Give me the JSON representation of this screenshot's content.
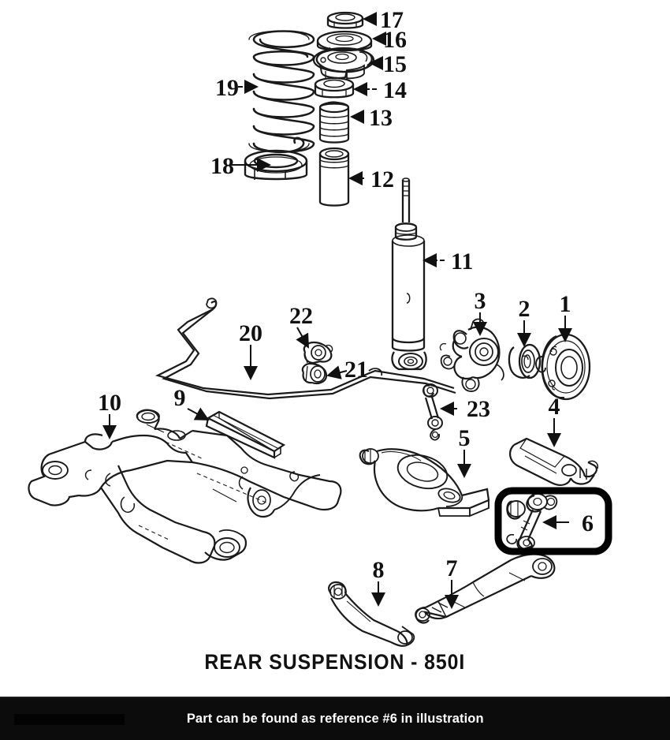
{
  "diagram": {
    "title": "REAR SUSPENSION - 850I",
    "type": "exploded-parts-illustration",
    "highlight": {
      "reference": "6",
      "shape": "rounded-rectangle",
      "color": "#000000"
    },
    "callouts": [
      {
        "id": "1",
        "label": "1",
        "part": "wheel-hub"
      },
      {
        "id": "2",
        "label": "2",
        "part": "wheel-bearing"
      },
      {
        "id": "3",
        "label": "3",
        "part": "steering-knuckle"
      },
      {
        "id": "4",
        "label": "4",
        "part": "trailing-arm"
      },
      {
        "id": "5",
        "label": "5",
        "part": "lower-control-arm"
      },
      {
        "id": "6",
        "label": "6",
        "part": "stabilizer-link"
      },
      {
        "id": "7",
        "label": "7",
        "part": "upper-control-arm"
      },
      {
        "id": "8",
        "label": "8",
        "part": "toe-link-arm"
      },
      {
        "id": "9",
        "label": "9",
        "part": "subframe-brace"
      },
      {
        "id": "10",
        "label": "10",
        "part": "rear-subframe-crossmember"
      },
      {
        "id": "11",
        "label": "11",
        "part": "shock-absorber"
      },
      {
        "id": "12",
        "label": "12",
        "part": "dust-boot"
      },
      {
        "id": "13",
        "label": "13",
        "part": "bump-stop"
      },
      {
        "id": "14",
        "label": "14",
        "part": "spring-seat-pad"
      },
      {
        "id": "15",
        "label": "15",
        "part": "upper-strut-mount"
      },
      {
        "id": "16",
        "label": "16",
        "part": "mount-washer-plate"
      },
      {
        "id": "17",
        "label": "17",
        "part": "strut-mount-nut"
      },
      {
        "id": "18",
        "label": "18",
        "part": "lower-spring-seat"
      },
      {
        "id": "19",
        "label": "19",
        "part": "coil-spring"
      },
      {
        "id": "20",
        "label": "20",
        "part": "stabilizer-bar"
      },
      {
        "id": "21",
        "label": "21",
        "part": "stabilizer-bushing"
      },
      {
        "id": "22",
        "label": "22",
        "part": "stabilizer-bracket"
      },
      {
        "id": "23",
        "label": "23",
        "part": "short-link"
      }
    ]
  },
  "footer": {
    "message": "Part can be found as reference #6 in illustration",
    "background": "#0d0c0c",
    "text_color": "#ffffff"
  }
}
